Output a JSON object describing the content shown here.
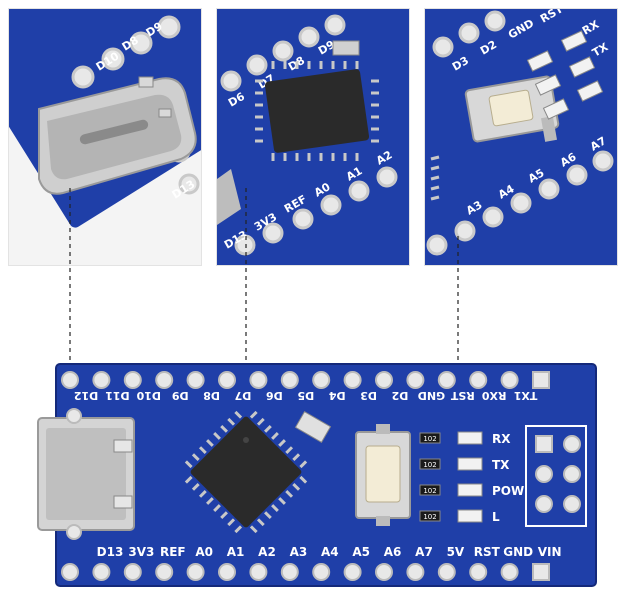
{
  "colors": {
    "pcb_blue": "#1f3fa8",
    "pcb_dark": "#14297a",
    "silkscreen": "#ffffff",
    "chip": "#2a2a2a",
    "metal": "#c8c8c8",
    "background": "#ffffff"
  },
  "board": {
    "top_pins": [
      "D12",
      "D11",
      "D10",
      "D9",
      "D8",
      "D7",
      "D6",
      "D5",
      "D4",
      "D3",
      "D2",
      "GND",
      "RST",
      "RX0",
      "TX1"
    ],
    "bottom_pins": [
      "D13",
      "3V3",
      "REF",
      "A0",
      "A1",
      "A2",
      "A3",
      "A4",
      "A5",
      "A6",
      "A7",
      "5V",
      "RST",
      "GND",
      "VIN"
    ],
    "led_labels": [
      "RX",
      "TX",
      "POW",
      "L"
    ],
    "resistor_code": "102"
  },
  "zoom_usb": {
    "pin_labels": [
      "D8",
      "D9",
      "D10"
    ],
    "side_label": "D13"
  },
  "zoom_chip": {
    "top_labels": [
      "D6",
      "D7",
      "D8",
      "D9"
    ],
    "bottom_labels": [
      "D13",
      "3V3",
      "REF",
      "A0",
      "A1",
      "A2"
    ]
  },
  "zoom_button": {
    "top_labels": [
      "D3",
      "D2",
      "GND",
      "RST"
    ],
    "side_labels": [
      "RX",
      "TX"
    ],
    "bottom_labels": [
      "A3",
      "A4",
      "A5",
      "A6",
      "A7"
    ]
  }
}
